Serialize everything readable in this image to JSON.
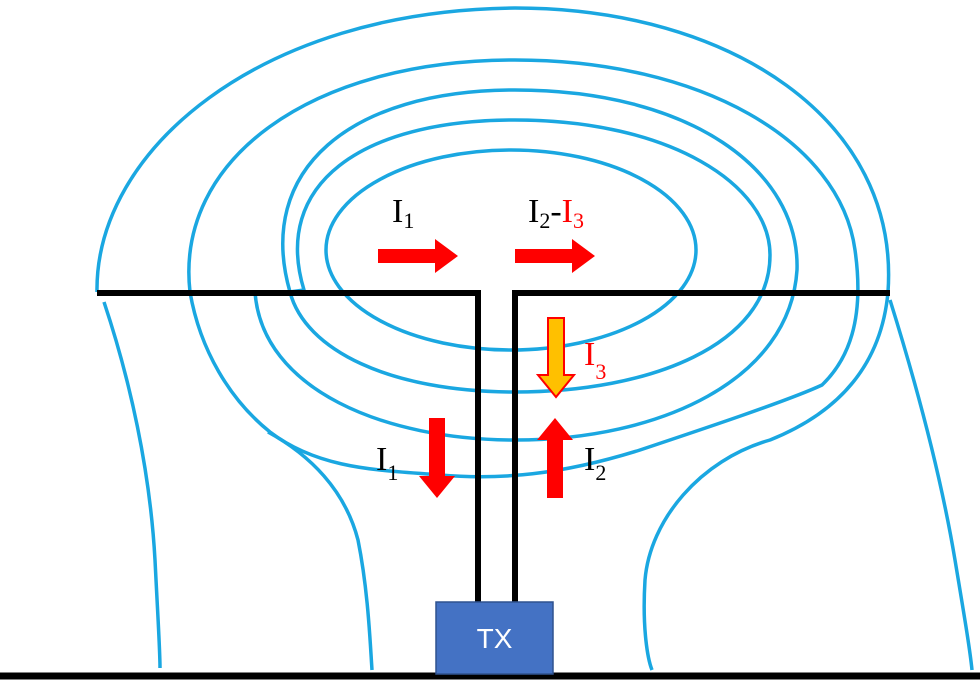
{
  "labels": {
    "top_left": {
      "main": "I",
      "sub": "1"
    },
    "top_right": {
      "main1": "I",
      "sub1": "2",
      "dash": "-",
      "main2": "I",
      "sub2": "3"
    },
    "middle_right": {
      "main": "I",
      "sub": "3"
    },
    "bottom_left": {
      "main": "I",
      "sub": "1"
    },
    "bottom_right": {
      "main": "I",
      "sub": "2"
    }
  },
  "transmitter": {
    "label": "TX"
  },
  "colors": {
    "field_lines": "#1AA7E1",
    "conductor": "#000000",
    "current_arrow": "#FF0000",
    "reduced_current_arrow": "#FFC000",
    "reduced_current_arrow_outline": "#FF0000",
    "transmitter_fill": "#4472C4",
    "transmitter_outline": "#2F528F",
    "label_highlight": "#FF0000"
  }
}
